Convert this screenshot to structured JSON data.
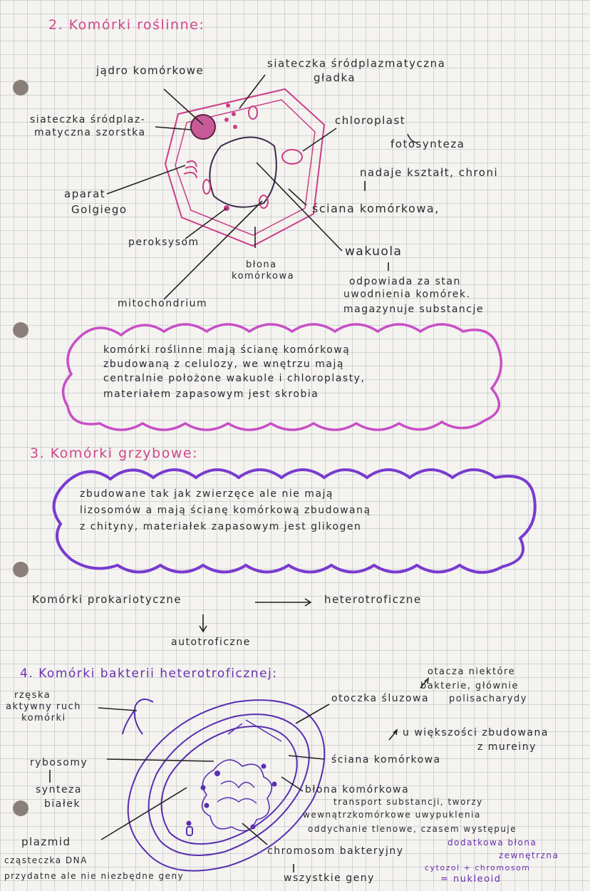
{
  "section2": {
    "heading": "2. Komórki roślinne:",
    "labels": {
      "nucleus": "jądro komórkowe",
      "smooth_er_1": "siateczka śródplazmatyczna",
      "smooth_er_2": "gładka",
      "rough_er_1": "siateczka śródplaz-",
      "rough_er_2": "matyczna szorstka",
      "chloroplast": "chloroplast",
      "chloroplast_note": "fotosynteza",
      "wall_note": "nadaje kształt, chroni",
      "wall": "ściana komórkowa,",
      "golgi_1": "aparat",
      "golgi_2": "Golgiego",
      "peroxisome": "peroksysom",
      "membrane_1": "błona",
      "membrane_2": "komórkowa",
      "vacuole": "wakuola",
      "vacuole_note_1": "odpowiada za stan",
      "vacuole_note_2": "uwodnienia komórek.",
      "vacuole_note_3": "magazynuje substancje",
      "mitochondrion": "mitochondrium"
    },
    "summary": [
      "komórki roślinne mają ścianę komórkową",
      "zbudowaną z celulozy, we wnętrzu mają",
      "centralnie położone wakuole i chloroplasty,",
      "materiałem zapasowym jest skrobia"
    ]
  },
  "section3": {
    "heading": "3. Komórki grzybowe:",
    "summary": [
      "zbudowane tak jak zwierzęce ale nie mają",
      "lizosomów a mają ścianę komórkową zbudowaną",
      "z chityny, materiałek zapasowym jest glikogen"
    ]
  },
  "prokaryotes": {
    "title": "Komórki prokariotyczne",
    "branch_right": "heterotroficzne",
    "branch_down": "autotroficzne"
  },
  "section4": {
    "heading": "4. Komórki bakterii heterotroficznej:",
    "labels": {
      "capsule_note_1": "otacza niektóre",
      "capsule_note_2": "bakterie, głównie",
      "capsule_note_3": "polisacharydy",
      "capsule": "otoczka śluzowa",
      "flagellum_1": "rzęska",
      "flagellum_2": "aktywny ruch",
      "flagellum_3": "komórki",
      "murein_1": "u większości zbudowana",
      "murein_2": "z mureiny",
      "ribosomes": "rybosomy",
      "ribosomes_note_1": "synteza",
      "ribosomes_note_2": "białek",
      "cell_wall": "ściana komórkowa",
      "membrane": "błona komórkowa",
      "membrane_note_1": "transport substancji, tworzy",
      "membrane_note_2": "wewnątrzkomórkowe uwypuklenia",
      "membrane_note_3": "oddychanie tlenowe, czasem występuje",
      "outer_membrane_1": "dodatkowa błona",
      "outer_membrane_2": "zewnętrzna",
      "plasmid": "plazmid",
      "plasmid_note_1": "cząsteczka DNA",
      "plasmid_note_2": "przydatne ale nie niezbędne geny",
      "chromosome": "chromosom bakteryjny",
      "chromosome_note": "wszystkie geny",
      "nucleoid_1": "cytozol + chromosom",
      "nucleoid_2": "= nukleoid"
    }
  },
  "colors": {
    "ink": "#2a2a32",
    "pink": "#d0478a",
    "purple": "#6a2fb0",
    "paper": "#f4f3ef"
  }
}
